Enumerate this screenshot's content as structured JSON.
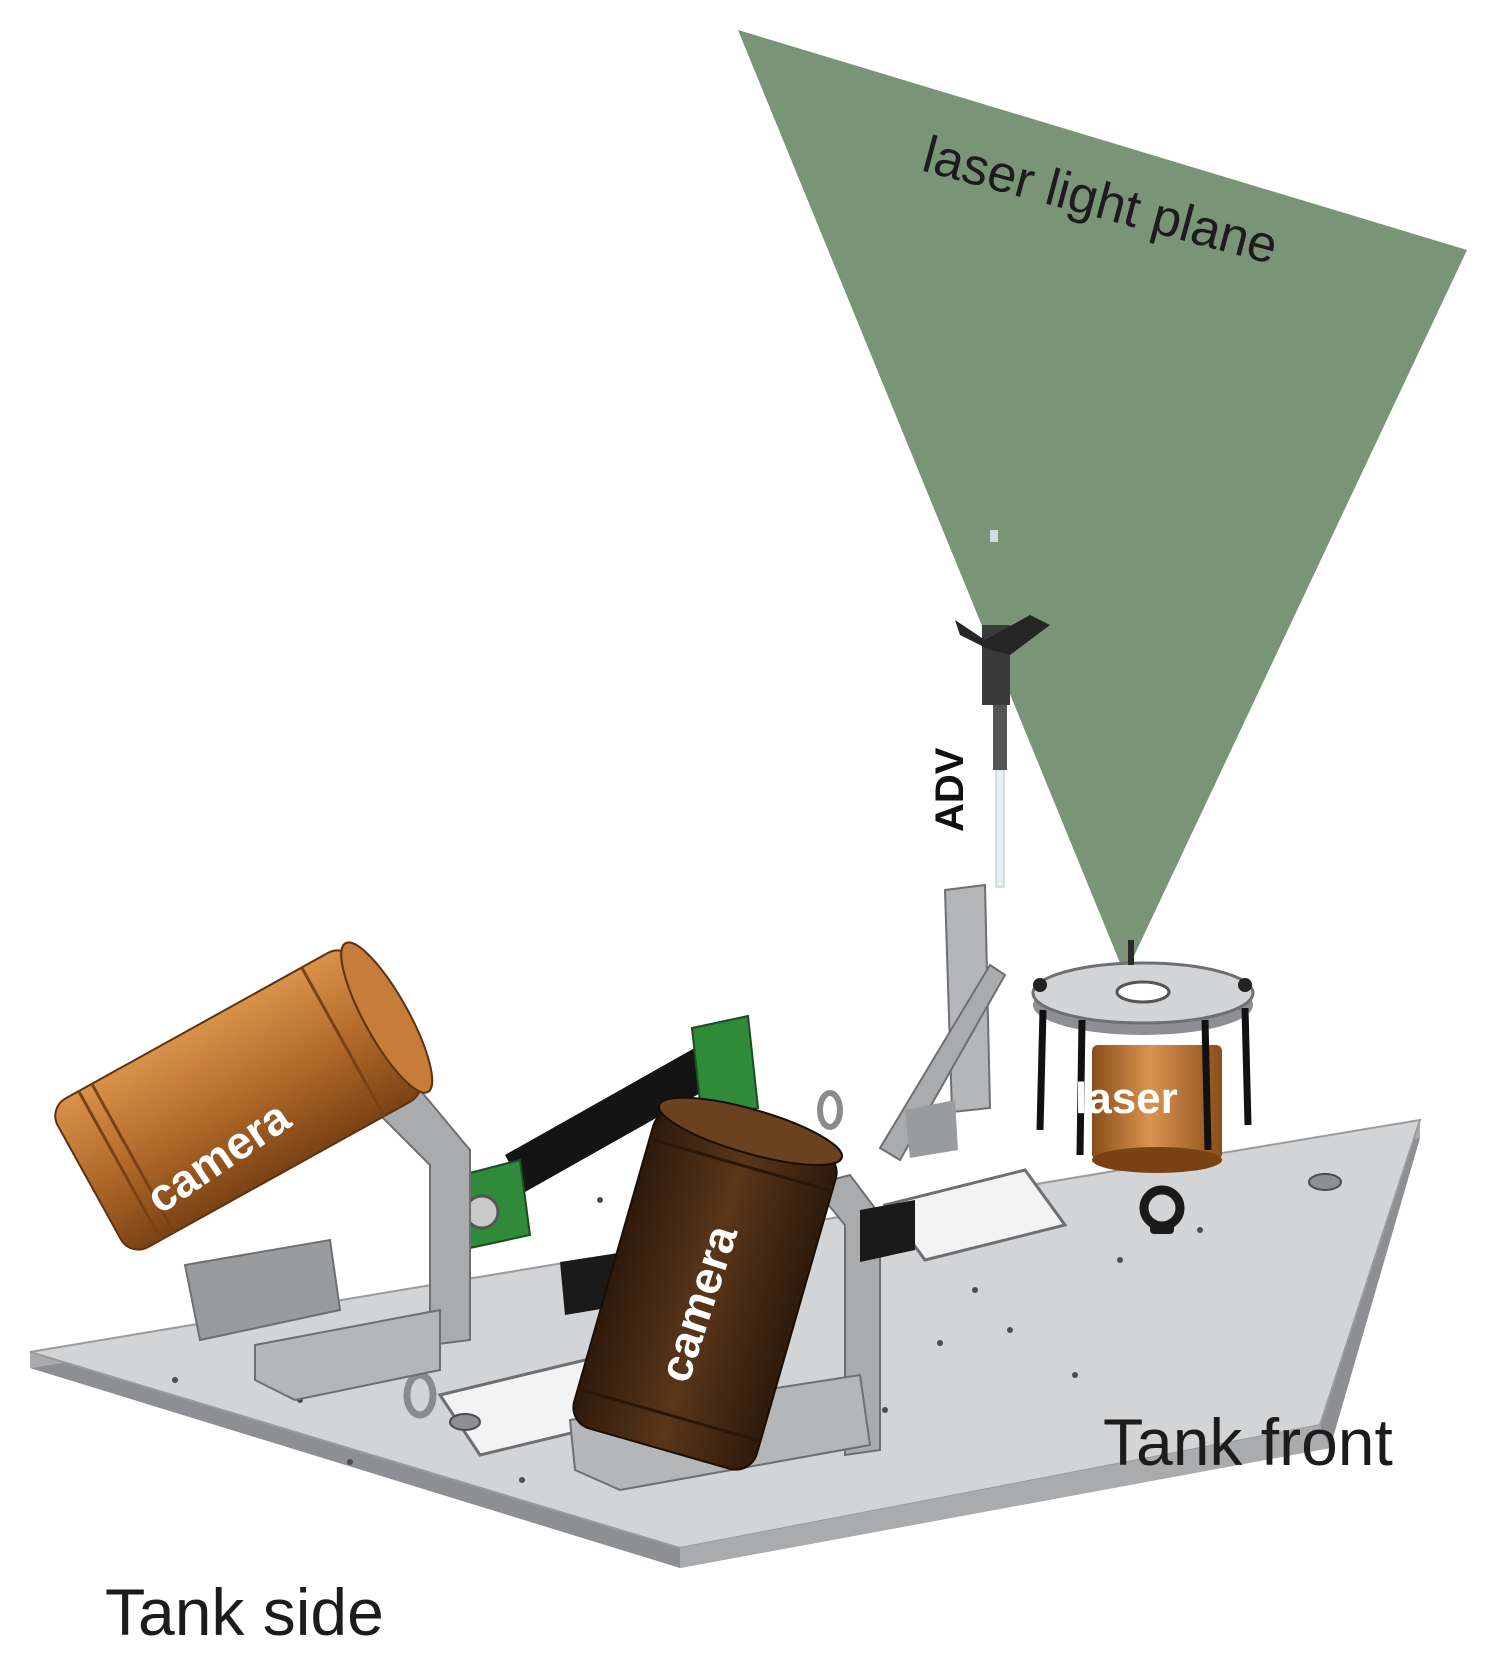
{
  "labels": {
    "laser_plane": "laser light plane",
    "adv": "ADV",
    "laser": "laser",
    "camera_left": "camera",
    "camera_center": "camera",
    "tank_front": "Tank front",
    "tank_side": "Tank side"
  },
  "colors": {
    "laser_plane": "#7a9478",
    "baseplate": "#d3d4d5",
    "baseplate_edge": "#8d8f92",
    "camera_left": "#b26a2a",
    "camera_center": "#4a2c16",
    "laser_body": "#b8702c",
    "bracket": "#9a9b9d",
    "rail": "#141414",
    "rail_mount": "#2f8a3a",
    "text_dark": "#1c1c1c",
    "text_light": "#ffffff"
  },
  "icons": [
    "camera-icon",
    "laser-icon",
    "adv-probe-icon",
    "lifting-eye-icon"
  ]
}
